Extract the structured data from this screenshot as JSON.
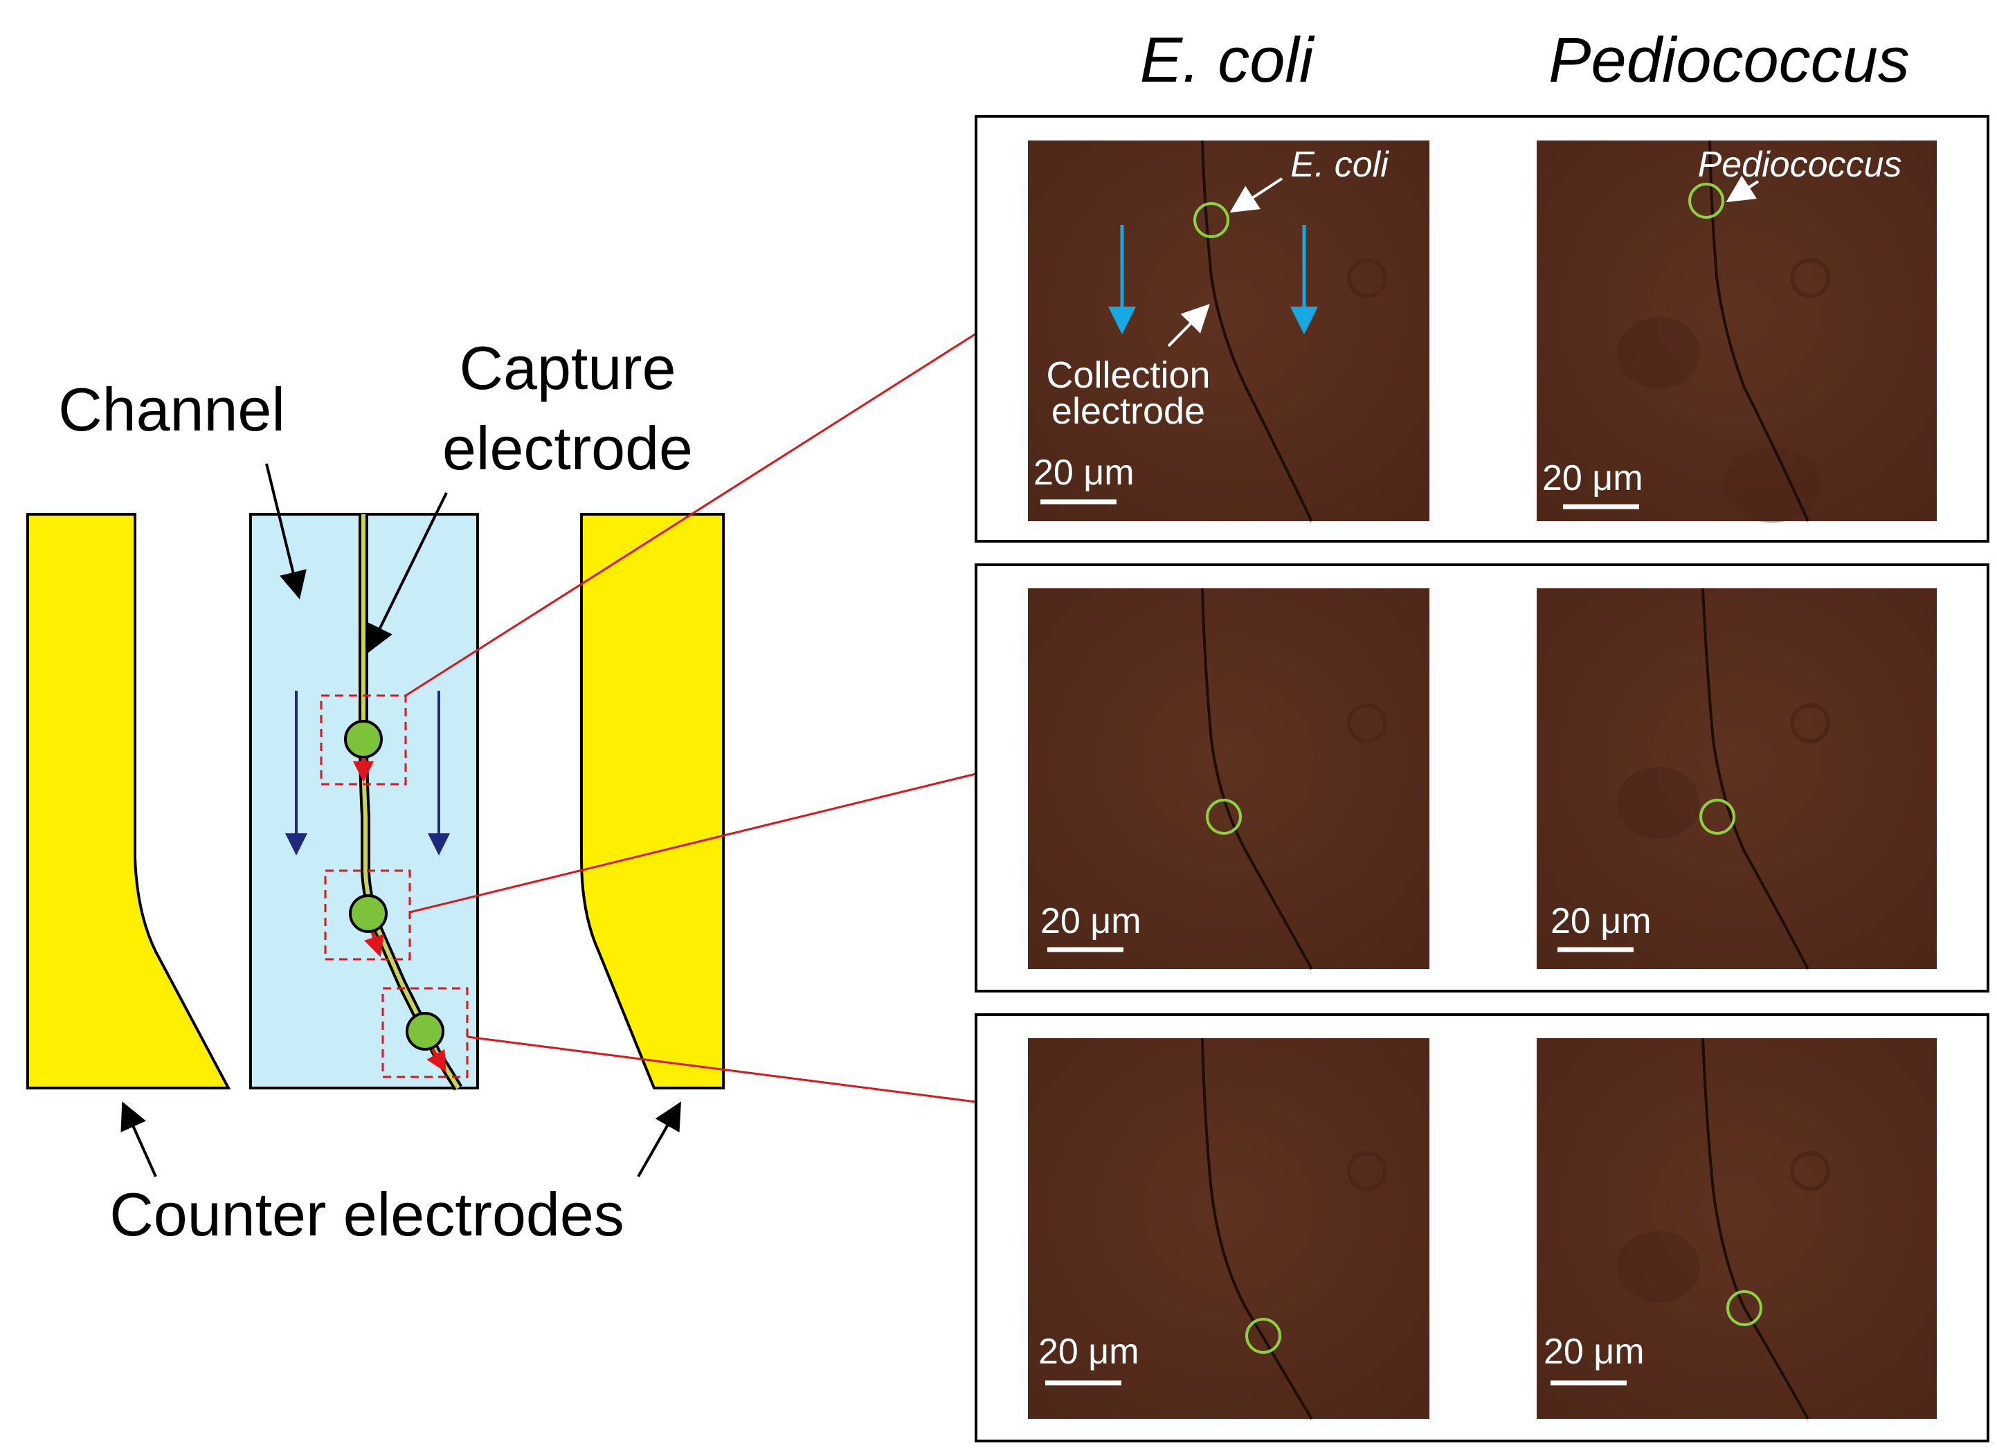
{
  "colors": {
    "counter_electrode": "#ffef00",
    "channel": "#c8ecf8",
    "cell": "#7dc23b",
    "micrograph_bg": "#5a2e1e",
    "cell_marker": "#8cd23a",
    "flow_arrow_diagram": "#1f2a7a",
    "flow_arrow_micrograph": "#17a9e1",
    "zoom_lines": "#e0141b"
  },
  "diagram": {
    "channel_label": "Channel",
    "capture_label_line1": "Capture",
    "capture_label_line2": "electrode",
    "counter_label": "Counter electrodes"
  },
  "columns": {
    "left": "E. coli",
    "right": "Pediococcus"
  },
  "annotations": {
    "ecoli": "E. coli",
    "pediococcus": "Pediococcus",
    "collection_line1": "Collection",
    "collection_line2": "electrode"
  },
  "scale_bar": "20 μm",
  "icons": [
    "cell-icon",
    "flow-arrow-icon",
    "pointer-arrow-icon"
  ]
}
